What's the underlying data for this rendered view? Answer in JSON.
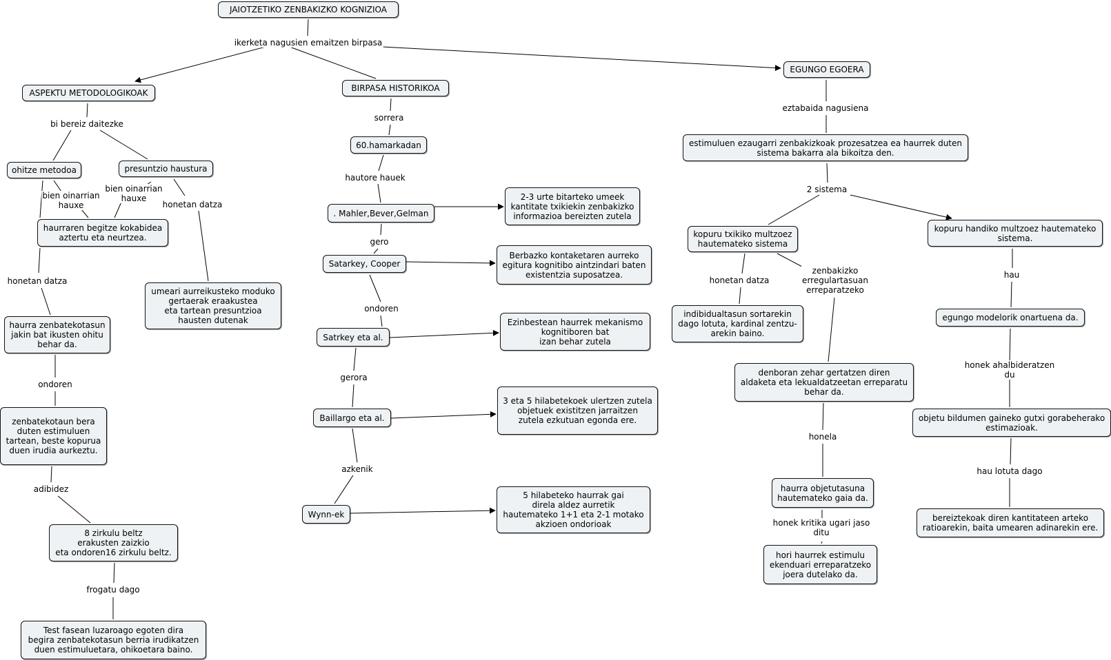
{
  "concept_map": {
    "nodes": [
      {
        "id": "n_title",
        "text": "JAIOTZETIKO ZENBAKIZKO KOGNIZIOA"
      },
      {
        "id": "n_aspektu",
        "text": "ASPEKTU METODOLOGIKOAK"
      },
      {
        "id": "n_birpasa",
        "text": "BIRPASA HISTORIKOA"
      },
      {
        "id": "n_egungo",
        "text": "EGUNGO EGOERA"
      },
      {
        "id": "n_ohitze",
        "text": "ohitze metodoa"
      },
      {
        "id": "n_presun",
        "text": "presuntzio haustura"
      },
      {
        "id": "n_haurraren",
        "text": "haurraren begitze kokabidea\naztertu eta neurtzea."
      },
      {
        "id": "n_umeari",
        "text": "umeari aurreikusteko moduko\ngertaerak eraakustea\neta tartean presuntzioa\nhausten dutenak"
      },
      {
        "id": "n_haurra_zenb",
        "text": "haurra zenbatekotasun\njakin bat ikusten ohitu\nbehar da."
      },
      {
        "id": "n_zenbatekotaun",
        "text": "zenbatekotaun bera\nduten estimuluen\ntartean, beste kopurua\nduen irudia aurkeztu."
      },
      {
        "id": "n_8zirkulu",
        "text": "8 zirkulu beltz\nerakusten zaizkio\neta ondoren16 zirkulu beltz."
      },
      {
        "id": "n_test",
        "text": "Test fasean luzaroago egoten dira\nbegira zenbatekotasun berria irudikatzen\nduen estimuluetara, ohikoetara baino."
      },
      {
        "id": "n_60",
        "text": "60.hamarkadan"
      },
      {
        "id": "n_mahler",
        "text": ". Mahler,Bever,Gelman"
      },
      {
        "id": "n_satcooper",
        "text": "Satarkey, Cooper"
      },
      {
        "id": "n_satrkey",
        "text": "Satrkey eta al."
      },
      {
        "id": "n_baillargo",
        "text": "Baillargo eta al."
      },
      {
        "id": "n_wynn",
        "text": "Wynn-ek"
      },
      {
        "id": "n_23urte",
        "text": "2-3 urte bitarteko umeek\nkantitate txikiekin zenbakizko\ninformazioa bereizten zutela"
      },
      {
        "id": "n_berbazko",
        "text": "Berbazko kontaketaren aurreko\negitura kognitibo aintzindari baten\nexistentzia suposatzea."
      },
      {
        "id": "n_ezinbestean",
        "text": "Ezinbestean haurrek mekanismo\nkognitiboren bat\nizan behar zutela"
      },
      {
        "id": "n_3eta5",
        "text": "3 eta 5 hilabetekoek ulertzen zutela\nobjetuek existitzen jarraitzen\nzutela ezkutuan egonda ere."
      },
      {
        "id": "n_5hila",
        "text": "5 hilabeteko haurrak gai\ndirela aldez aurretik\nhautemateko 1+1 eta 2-1 motako\nakzioen ondorioak"
      },
      {
        "id": "n_estimuluen",
        "text": "estimuluen ezaugarri zenbakizkoak prozesatzea ea haurrek duten\nsistema bakarra ala bikoitza den."
      },
      {
        "id": "n_txikiko",
        "text": "kopuru txikiko multzoez\nhautemateko sistema"
      },
      {
        "id": "n_handiko",
        "text": "kopuru handiko multzoez hautemateko\nsistema."
      },
      {
        "id": "n_indibidual",
        "text": "indibidualtasun sortarekin\ndago lotuta, kardinal zentzu-\narekin baino."
      },
      {
        "id": "n_denboran",
        "text": "denboran zehar gertatzen diren\naldaketa eta lekualdatzeetan erreparatu\nbehar da."
      },
      {
        "id": "n_haurra_obj",
        "text": "haurra objetutasuna\nhautemateko gaia da."
      },
      {
        "id": "n_hori",
        "text": "hori haurrek estimulu\nekenduari erreparatzeko\njoera dutelako da."
      },
      {
        "id": "n_egungo_model",
        "text": "egungo modelorik onartuena da."
      },
      {
        "id": "n_objetu",
        "text": "objetu bildumen gaineko gutxi gorabeherako\nestimazioak."
      },
      {
        "id": "n_bereiztekoak",
        "text": "bereiztekoak diren kantitateen arteko\nratioarekin, baita umearen adinarekin ere."
      }
    ],
    "links": [
      {
        "id": "l_ikerketa",
        "text": "ikerketa nagusien emaitzen birpasa"
      },
      {
        "id": "l_bi",
        "text": "bi bereiz daitezke"
      },
      {
        "id": "l_bien1",
        "text": "bien oinarrian\nhauxe"
      },
      {
        "id": "l_bien2",
        "text": "bien oinarrian\nhauxe"
      },
      {
        "id": "l_honetan_r",
        "text": "honetan datza"
      },
      {
        "id": "l_honetan_l",
        "text": "honetan datza"
      },
      {
        "id": "l_ondoren_l",
        "text": "ondoren"
      },
      {
        "id": "l_adibidez",
        "text": "adibidez"
      },
      {
        "id": "l_frogatu",
        "text": "frogatu dago"
      },
      {
        "id": "l_sorrera",
        "text": "sorrera"
      },
      {
        "id": "l_hautore",
        "text": "hautore hauek"
      },
      {
        "id": "l_gero",
        "text": "gero"
      },
      {
        "id": "l_ondoren_m",
        "text": "ondoren"
      },
      {
        "id": "l_gerora",
        "text": "gerora"
      },
      {
        "id": "l_azkenik",
        "text": "azkenik"
      },
      {
        "id": "l_eztabaida",
        "text": "eztabaida nagusiena"
      },
      {
        "id": "l_2sistema",
        "text": "2 sistema"
      },
      {
        "id": "l_honetan_r2",
        "text": "honetan datza"
      },
      {
        "id": "l_zenbakizko",
        "text": "zenbakizko\nerregulartasuan\nerreparatzeko"
      },
      {
        "id": "l_honela",
        "text": "honela"
      },
      {
        "id": "l_honek_kritika",
        "text": "honek kritika ugari jaso\nditu"
      },
      {
        "id": "l_hau",
        "text": "hau"
      },
      {
        "id": "l_honek_ahal",
        "text": "honek ahalbideratzen du"
      },
      {
        "id": "l_hau_lotuta",
        "text": "hau lotuta dago"
      }
    ]
  }
}
